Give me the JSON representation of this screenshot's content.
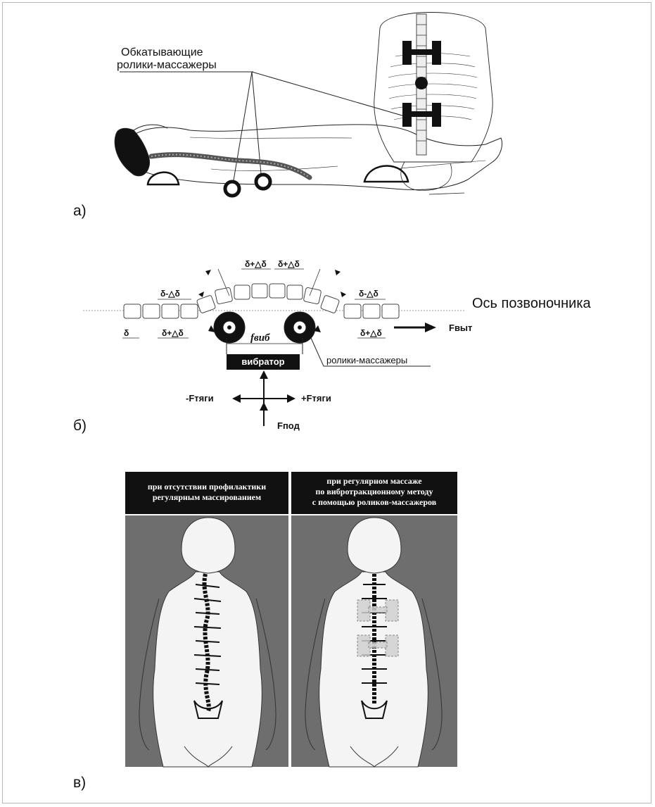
{
  "panel_a": {
    "letter": "а)",
    "callout_line1": "Обкатывающие",
    "callout_line2": "ролики-массажеры"
  },
  "panel_b": {
    "letter": "б)",
    "axis_label": "Ось позвоночника",
    "delta_minus": "δ-△δ",
    "delta_plus": "δ+△δ",
    "delta": "δ",
    "f_vib": "fвиб",
    "f_vyt": "Fвыт",
    "vibrator": "вибратор",
    "rollers_label": "ролики-массажеры",
    "minus_f_tyagi": "-Fтяги",
    "plus_f_tyagi": "+Fтяги",
    "f_pod": "Fпод"
  },
  "panel_v": {
    "letter": "в)",
    "left_caption_line1": "при отсутствии профилактики",
    "left_caption_line2": "регулярным массированием",
    "right_caption_line1": "при регулярном массаже",
    "right_caption_line2": "по вибротракционному методу",
    "right_caption_line3": "с помощью роликов-массажеров"
  },
  "colors": {
    "ink": "#111111",
    "panel_gray": "#6e6e6e",
    "body_fill": "#f4f4f4",
    "roller_overlay": "#cfcfcf"
  }
}
